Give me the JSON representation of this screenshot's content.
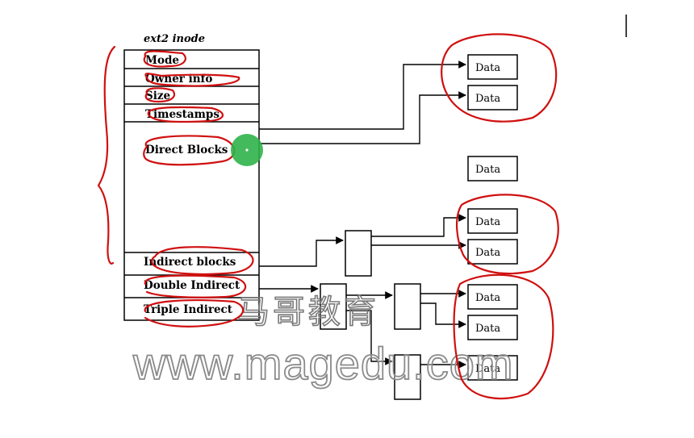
{
  "diagram": {
    "title": "ext2 inode",
    "inode_fields": [
      {
        "label": "Mode"
      },
      {
        "label": "Owner info"
      },
      {
        "label": "Size"
      },
      {
        "label": "Timestamps"
      },
      {
        "label": "Direct Blocks"
      },
      {
        "label": "Indirect blocks"
      },
      {
        "label": "Double Indirect"
      },
      {
        "label": "Triple Indirect"
      }
    ],
    "data_block_label": "Data"
  },
  "watermark": {
    "chinese": "马哥教育",
    "url": "www.magedu.com"
  },
  "colors": {
    "annotation": "#d01010",
    "cursor": "#2fb34a",
    "ink": "#000000"
  }
}
